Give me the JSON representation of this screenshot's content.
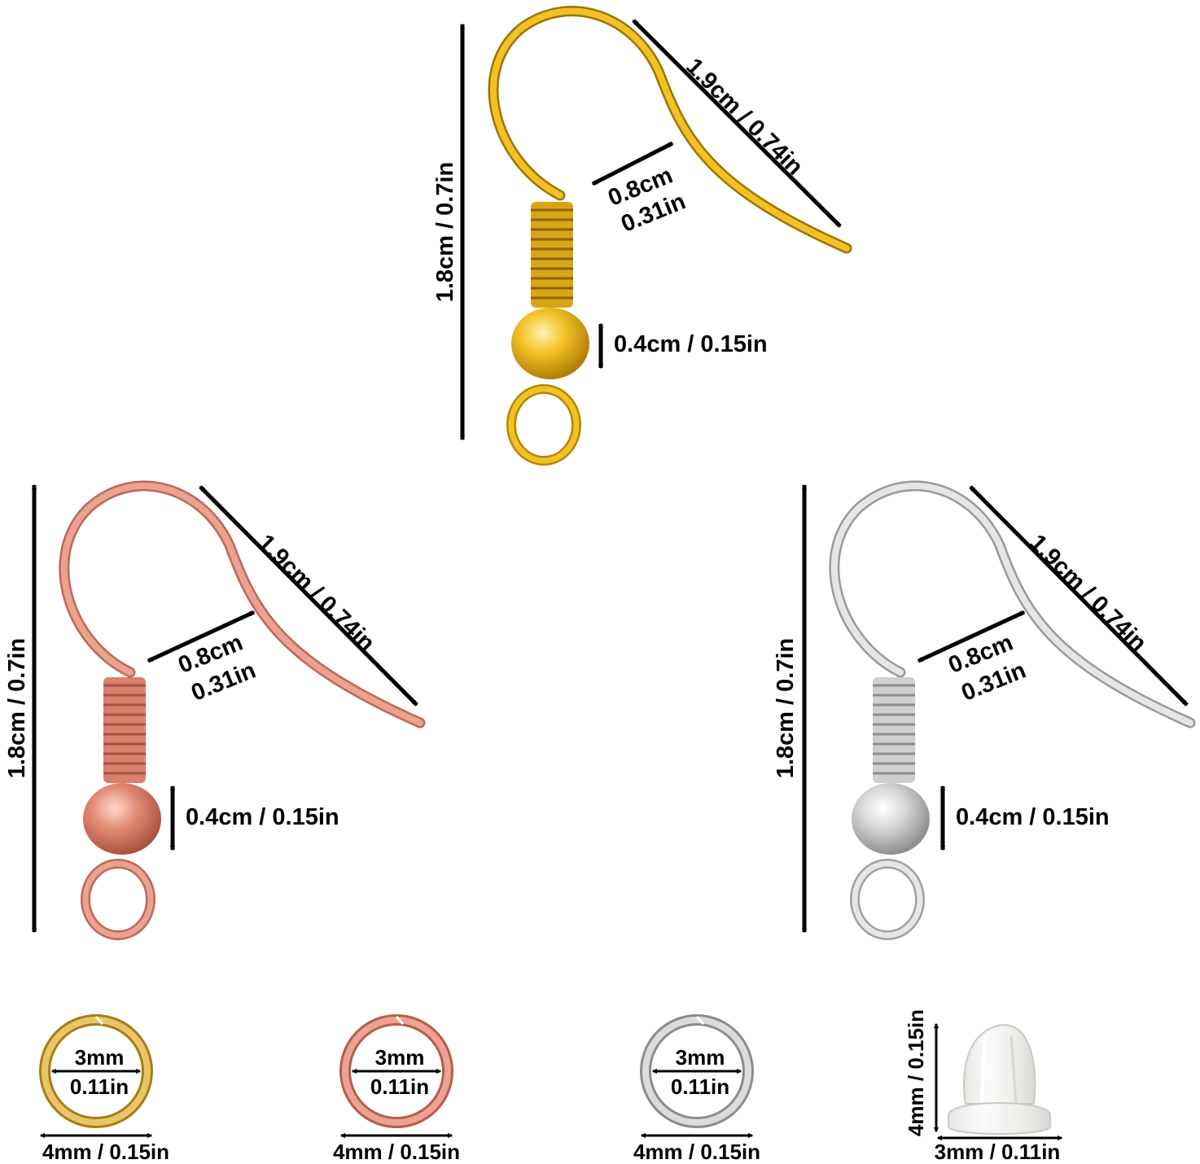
{
  "colors": {
    "gold": "#f2c224",
    "rose": "#e6917e",
    "silver": "#d8d8d8",
    "clear": "#f0f1ef",
    "arrow": "#000000"
  },
  "hooks": [
    {
      "finish": "gold",
      "height_label": "1.8cm / 0.7in",
      "length_label": "1.9cm / 0.74in",
      "loop_label_cm": "0.8cm",
      "loop_label_in": "0.31in",
      "bead_label": "0.4cm / 0.15in"
    },
    {
      "finish": "rose",
      "height_label": "1.8cm / 0.7in",
      "length_label": "1.9cm / 0.74in",
      "loop_label_cm": "0.8cm",
      "loop_label_in": "0.31in",
      "bead_label": "0.4cm / 0.15in"
    },
    {
      "finish": "silver",
      "height_label": "1.8cm / 0.7in",
      "length_label": "1.9cm / 0.74in",
      "loop_label_cm": "0.8cm",
      "loop_label_in": "0.31in",
      "bead_label": "0.4cm / 0.15in"
    }
  ],
  "rings": [
    {
      "finish": "gold",
      "inner_label_mm": "3mm",
      "inner_label_in": "0.11in",
      "outer_label": "4mm / 0.15in"
    },
    {
      "finish": "rose",
      "inner_label_mm": "3mm",
      "inner_label_in": "0.11in",
      "outer_label": "4mm / 0.15in"
    },
    {
      "finish": "silver",
      "inner_label_mm": "3mm",
      "inner_label_in": "0.11in",
      "outer_label": "4mm / 0.15in"
    }
  ],
  "stopper": {
    "height_label": "4mm / 0.15in",
    "width_label": "3mm / 0.11in"
  }
}
